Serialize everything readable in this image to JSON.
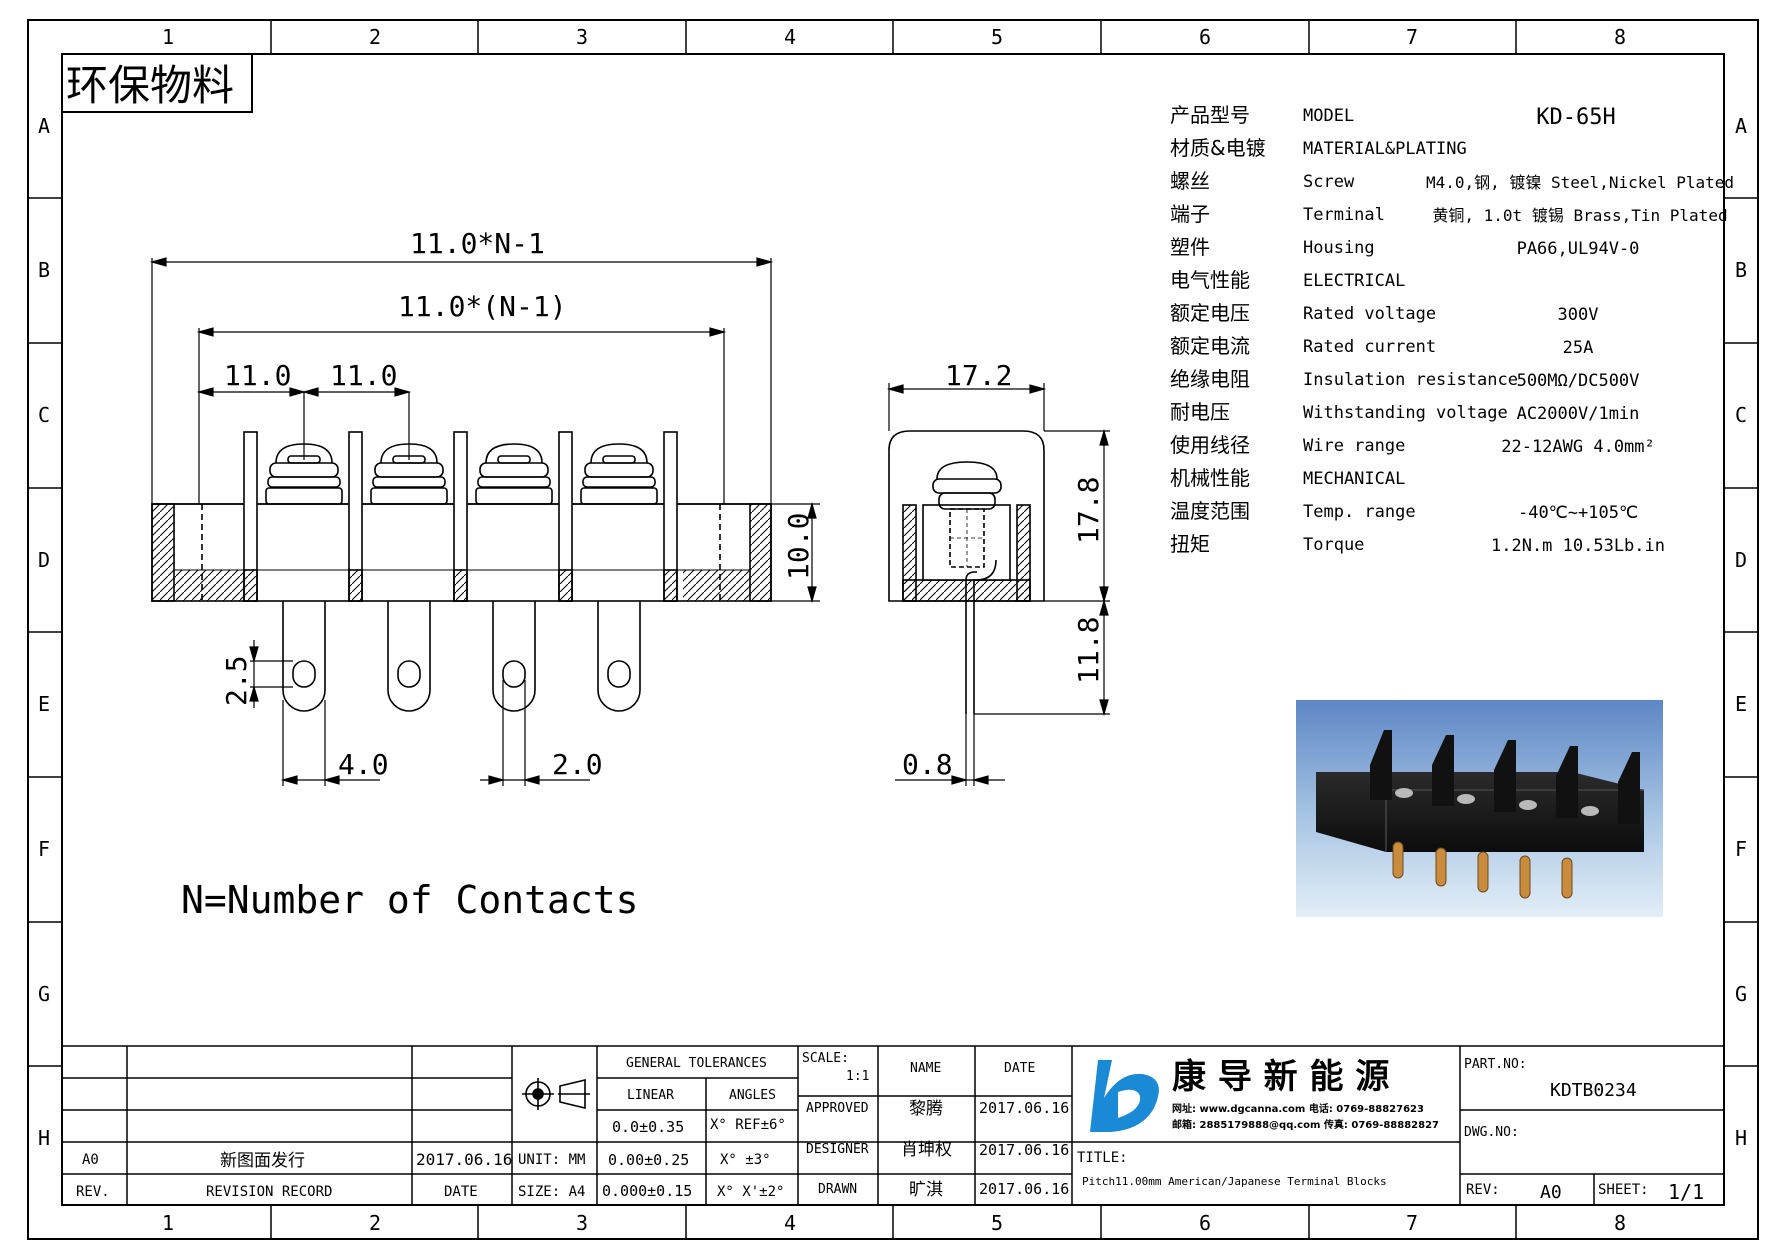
{
  "border": {
    "columns": [
      "1",
      "2",
      "3",
      "4",
      "5",
      "6",
      "7",
      "8"
    ],
    "rows": [
      "A",
      "B",
      "C",
      "D",
      "E",
      "F",
      "G",
      "H"
    ]
  },
  "eco_label": "环保物料",
  "dimensions": {
    "overall_width": "11.0*N-1",
    "pin_span": "11.0*(N-1)",
    "pitch_1": "11.0",
    "pitch_2": "11.0",
    "body_height": "10.0",
    "slot_height": "2.5",
    "pin_width": "4.0",
    "hole_dia": "2.0",
    "side_width": "17.2",
    "side_height": "17.8",
    "pin_length": "11.8",
    "pin_thickness": "0.8"
  },
  "note": "N=Number of Contacts",
  "spec": {
    "model": {
      "cn": "产品型号",
      "en": "MODEL",
      "value": "KD-65H"
    },
    "material_header": {
      "cn": "材质&电镀",
      "en": "MATERIAL&PLATING"
    },
    "screw": {
      "cn": "螺丝",
      "en": "Screw",
      "value": "M4.0,钢, 镀镍 Steel,Nickel Plated"
    },
    "terminal": {
      "cn": "端子",
      "en": "Terminal",
      "value": "黄铜, 1.0t 镀锡 Brass,Tin Plated"
    },
    "housing": {
      "cn": "塑件",
      "en": "Housing",
      "value": "PA66,UL94V-0"
    },
    "electrical_header": {
      "cn": "电气性能",
      "en": "ELECTRICAL"
    },
    "rated_voltage": {
      "cn": "额定电压",
      "en": "Rated voltage",
      "value": "300V"
    },
    "rated_current": {
      "cn": "额定电流",
      "en": "Rated current",
      "value": "25A"
    },
    "insulation": {
      "cn": "绝缘电阻",
      "en": "Insulation resistance",
      "value": "500MΩ/DC500V"
    },
    "withstanding": {
      "cn": "耐电压",
      "en": "Withstanding voltage",
      "value": "AC2000V/1min"
    },
    "wire_range": {
      "cn": "使用线径",
      "en": "Wire range",
      "value": "22-12AWG 4.0mm²"
    },
    "mechanical_header": {
      "cn": "机械性能",
      "en": "MECHANICAL"
    },
    "temp_range": {
      "cn": "温度范围",
      "en": "Temp. range",
      "value": "-40℃~+105℃"
    },
    "torque": {
      "cn": "扭矩",
      "en": "Torque",
      "value": "1.2N.m  10.53Lb.in"
    }
  },
  "title_block": {
    "revision_code": "A0",
    "revision_desc": "新图面发行",
    "revision_date": "2017.06.16",
    "rev_label": "REV.",
    "revision_record_label": "REVISION RECORD",
    "date_label": "DATE",
    "unit": "UNIT: MM",
    "size": "SIZE: A4",
    "general_tolerances": "GENERAL TOLERANCES",
    "linear": "LINEAR",
    "angles": "ANGLES",
    "tol_linear_1": "0.0±0.35",
    "tol_linear_2": "0.00±0.25",
    "tol_linear_3": "0.000±0.15",
    "tol_angle_1": "X° REF±6°",
    "tol_angle_2": "X° ±3°",
    "tol_angle_3": "X° X'±2°",
    "scale_label": "SCALE:",
    "scale_value": "1:1",
    "name_label": "NAME",
    "date_col_label": "DATE",
    "approved_label": "APPROVED",
    "approved_name": "黎腾",
    "approved_date": "2017.06.16",
    "designer_label": "DESIGNER",
    "designer_name": "肖坤权",
    "designer_date": "2017.06.16",
    "drawn_label": "DRAWN",
    "drawn_name": "旷淇",
    "drawn_date": "2017.06.16",
    "company_name": "康 导 新 能 源",
    "company_line_1": "网址: www.dgcanna.com  电话: 0769-88827623",
    "company_line_2": "邮箱: 2885179888@qq.com 传真: 0769-88882827",
    "title_label": "TITLE:",
    "title_value": "Pitch11.00mm American/Japanese Terminal Blocks",
    "part_no_label": "PART.NO:",
    "part_no": "KDTB0234",
    "dwg_no_label": "DWG.NO:",
    "rev2_label": "REV:",
    "rev2_value": "A0",
    "sheet_label": "SHEET:",
    "sheet_value": "1/1"
  },
  "colors": {
    "line": "#000000",
    "logo_blue": "#1b8ad6",
    "photo_sky_top": "#5d86c5",
    "photo_sky_bottom": "#d6e8f4",
    "housing": "#1a1a1a"
  }
}
